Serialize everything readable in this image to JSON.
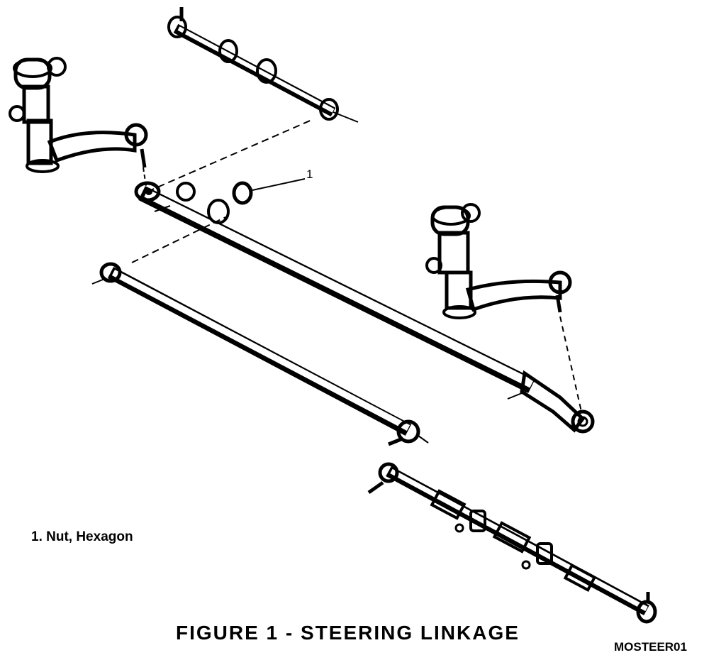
{
  "figure": {
    "caption": "FIGURE 1 - STEERING LINKAGE",
    "code": "MOSTEER01"
  },
  "legend": {
    "items": [
      {
        "number": "1",
        "text": "1. Nut, Hexagon"
      }
    ]
  },
  "callouts": [
    {
      "label": "1"
    }
  ],
  "colors": {
    "ink": "#000000",
    "paper": "#ffffff"
  }
}
